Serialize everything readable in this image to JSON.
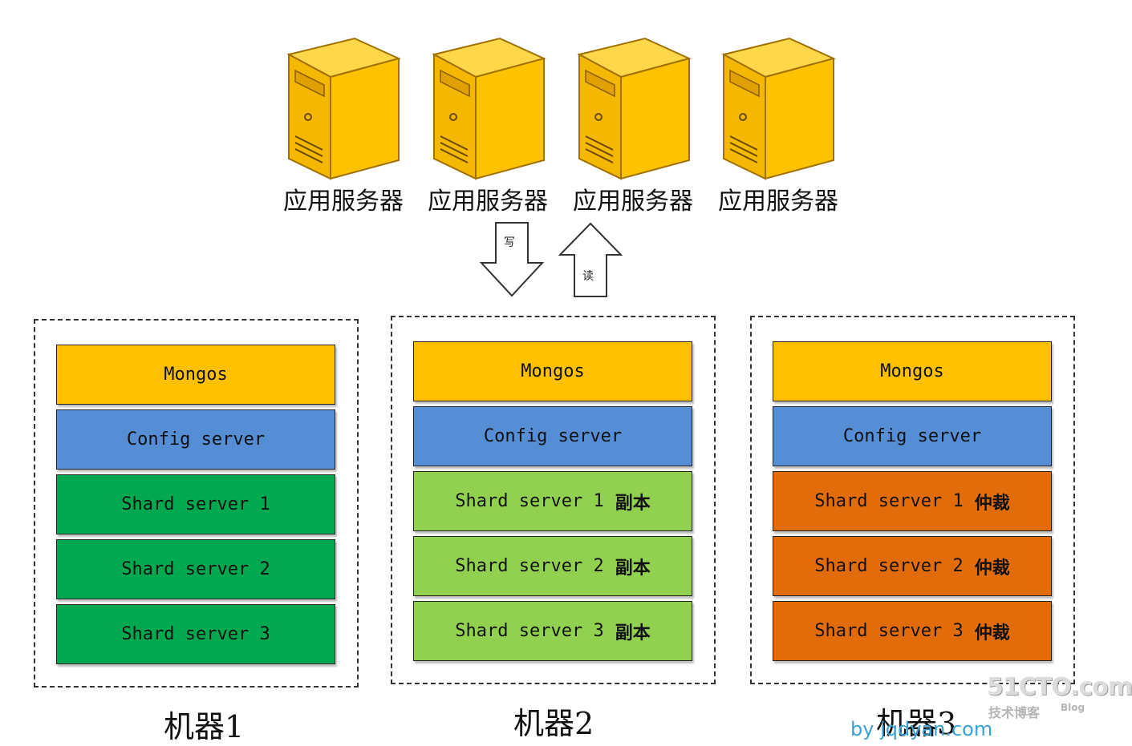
{
  "servers": [
    {
      "label": "应用服务器"
    },
    {
      "label": "应用服务器"
    },
    {
      "label": "应用服务器"
    },
    {
      "label": "应用服务器"
    }
  ],
  "arrows": {
    "down_label": "写",
    "up_label": "读"
  },
  "machines": [
    {
      "label": "机器1",
      "mongos": "Mongos",
      "config": "Config server",
      "shards": [
        {
          "label": "Shard server 1",
          "role": ""
        },
        {
          "label": "Shard server 2",
          "role": ""
        },
        {
          "label": "Shard server 3",
          "role": ""
        }
      ]
    },
    {
      "label": "机器2",
      "mongos": "Mongos",
      "config": "Config server",
      "shards": [
        {
          "label": "Shard server 1",
          "role": "副本"
        },
        {
          "label": "Shard server 2",
          "role": "副本"
        },
        {
          "label": "Shard server 3",
          "role": "副本"
        }
      ]
    },
    {
      "label": "机器3",
      "mongos": "Mongos",
      "config": "Config server",
      "shards": [
        {
          "label": "Shard server 1",
          "role": "仲裁"
        },
        {
          "label": "Shard server 2",
          "role": "仲裁"
        },
        {
          "label": "Shard server 3",
          "role": "仲裁"
        }
      ]
    }
  ],
  "colors": {
    "mongos": "#ffc000",
    "config": "#558ed5",
    "shard_primary": "#00a94f",
    "shard_replica": "#92d050",
    "shard_arbiter": "#e36c0a",
    "server_body": "#f5c000"
  },
  "watermark": {
    "logo": "51CTO.com",
    "sub": "技术博客",
    "blog": "Blog",
    "by": "by jqdyan.com"
  }
}
